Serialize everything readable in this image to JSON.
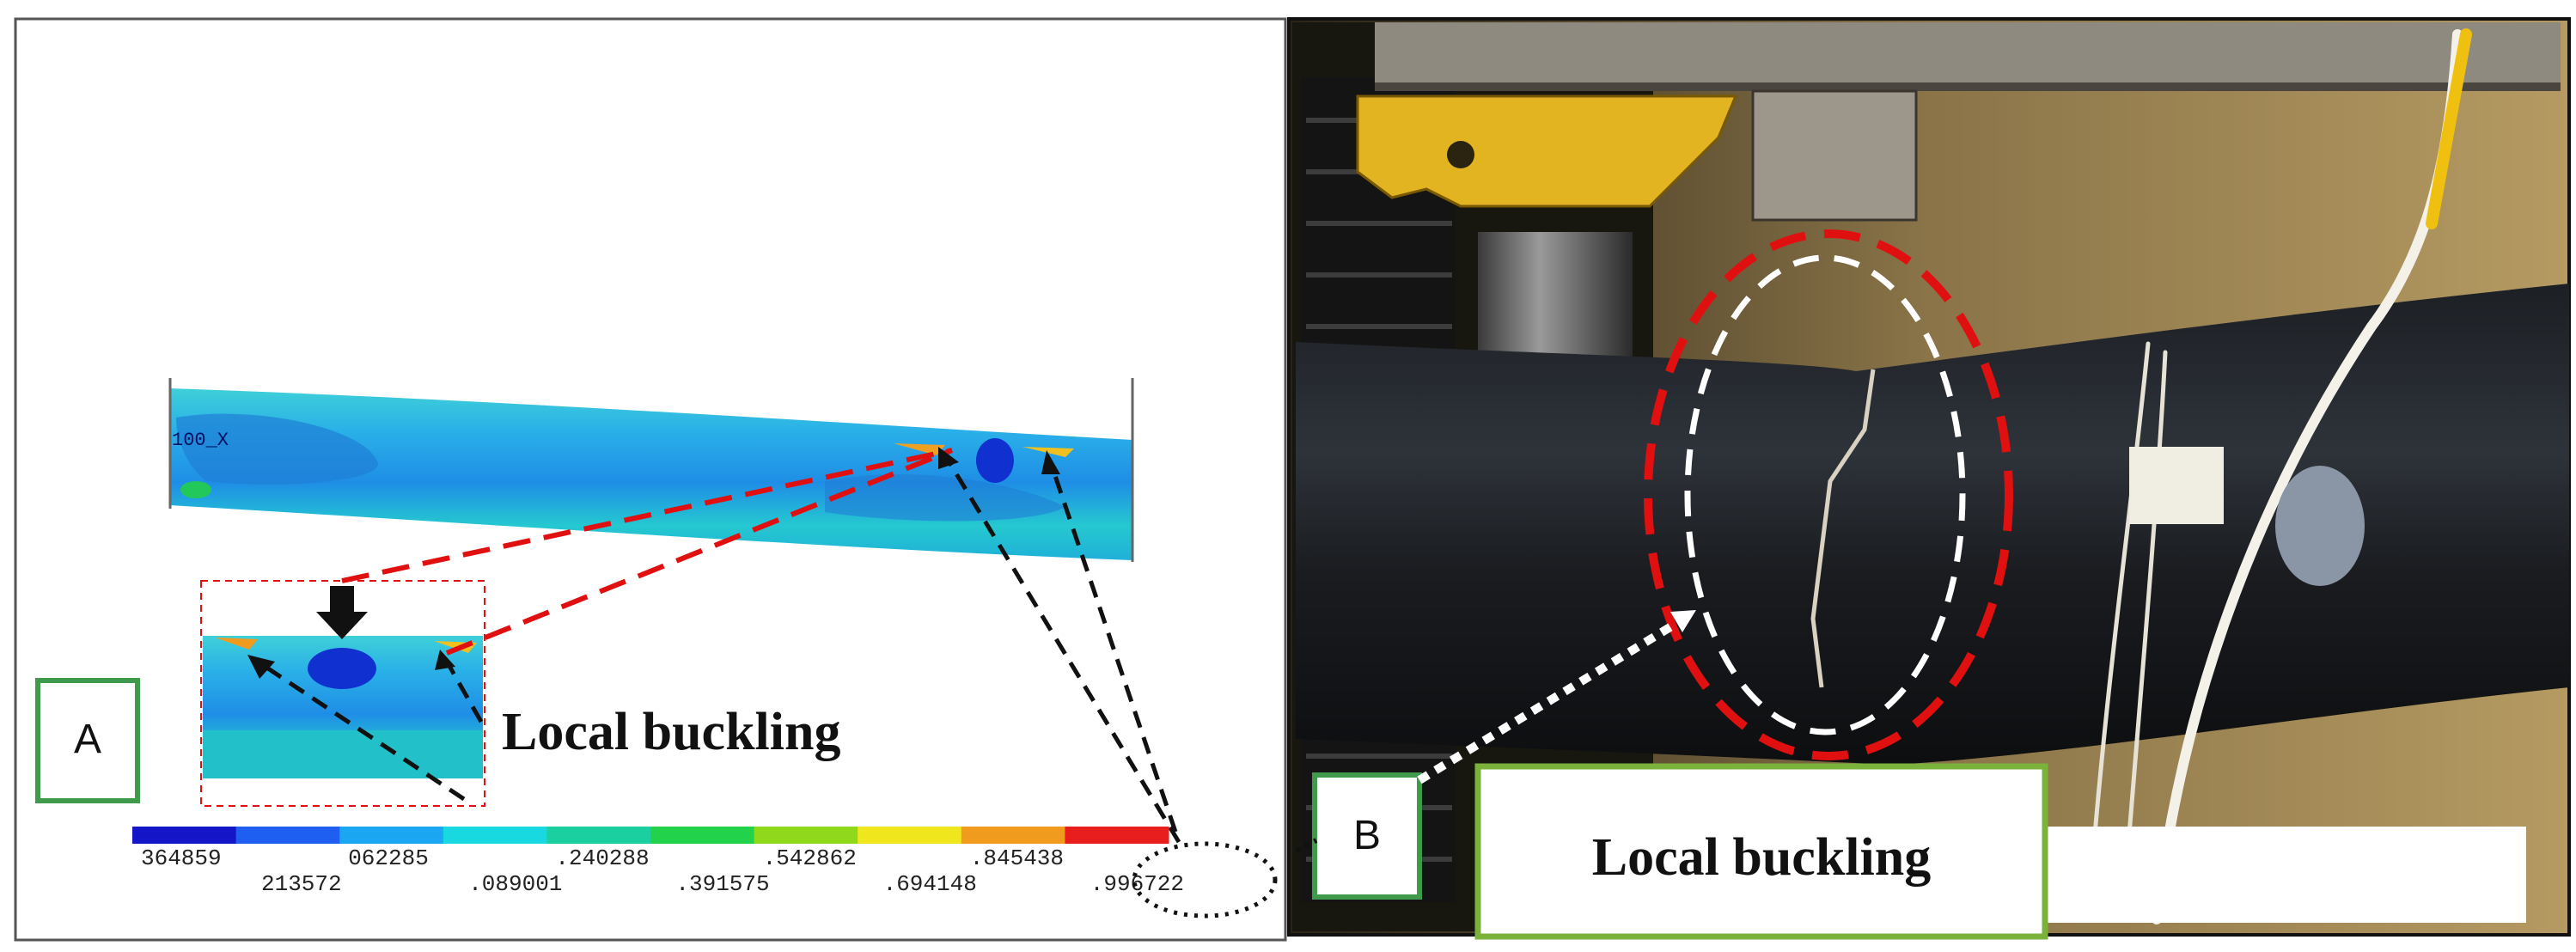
{
  "panel_a": {
    "label": "A",
    "node_text": "100_X",
    "callout": "Local buckling",
    "legend": {
      "colors": [
        "#1515c8",
        "#1e5ef0",
        "#1aa6f0",
        "#18d8e0",
        "#1ccfa0",
        "#22d24a",
        "#8fd81c",
        "#f0e61e",
        "#f09a1e",
        "#e81e1e"
      ],
      "top_values": [
        "364859",
        "062285",
        ".240288",
        ".542862",
        ".845438"
      ],
      "bottom_values": [
        "213572",
        ".089001",
        ".391575",
        ".694148",
        ".996722"
      ]
    }
  },
  "panel_b": {
    "label": "B",
    "callout": "Local buckling"
  },
  "colors": {
    "label_box_border": "#3f9b4b",
    "callout_border": "#7ab23c",
    "red_guides": "#e01010",
    "black_guides": "#111111",
    "white_guides": "#ffffff"
  }
}
